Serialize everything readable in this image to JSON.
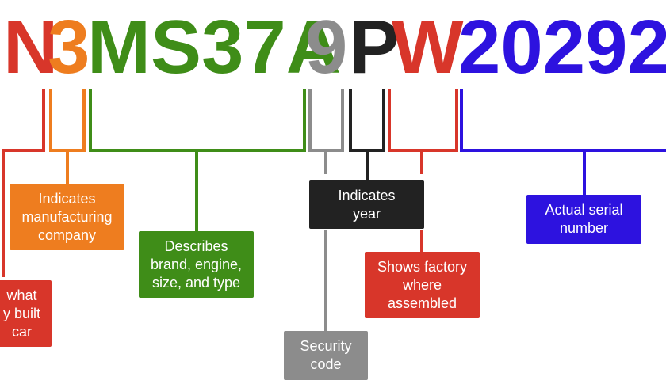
{
  "colors": {
    "red": "#d8362a",
    "orange": "#ee7d1f",
    "green": "#3f8d18",
    "gray": "#8c8c8c",
    "black": "#222222",
    "blue": "#2d12df"
  },
  "vin": [
    {
      "text": "N",
      "color": "red"
    },
    {
      "text": "3",
      "color": "orange"
    },
    {
      "text": "MS37A",
      "color": "green"
    },
    {
      "text": "9",
      "color": "gray"
    },
    {
      "text": "P",
      "color": "black"
    },
    {
      "text": "W",
      "color": "red"
    },
    {
      "text": "20292",
      "color": "blue"
    }
  ],
  "labels": {
    "country": [
      "what",
      "y built",
      "car"
    ],
    "manufacturer": [
      "Indicates",
      "manufacturing",
      "company"
    ],
    "descriptor": [
      "Describes",
      "brand, engine,",
      "size, and type"
    ],
    "security": [
      "Security",
      "code"
    ],
    "year": [
      "Indicates",
      "year"
    ],
    "factory": [
      "Shows factory",
      "where",
      "assembled"
    ],
    "serial": [
      "Actual serial",
      "number"
    ]
  }
}
